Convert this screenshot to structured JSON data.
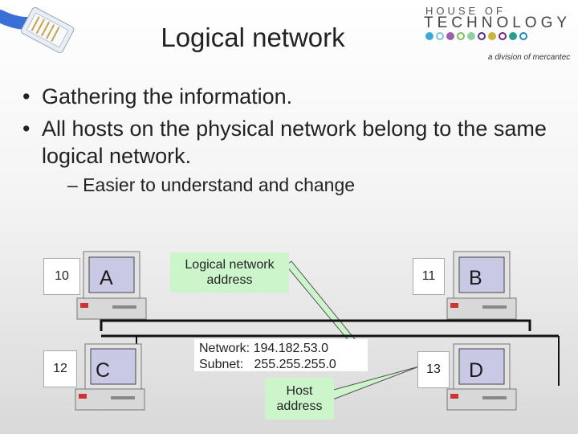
{
  "slide": {
    "title": "Logical network",
    "bullets": [
      "Gathering the information.",
      "All hosts on the physical network belong to the same logical network."
    ],
    "sub_bullet": "– Easier to understand and change"
  },
  "branding": {
    "top_line": "HOUSE OF",
    "main_line": "TECHNOLOGY",
    "sub_line": "a division of mercantec",
    "dot_colors": [
      "#3fa9d6",
      "#7fc2e0",
      "#a05fa8",
      "#7fbf5a",
      "#8fd0a0",
      "#5a2d82",
      "#c8b53c",
      "#6a2a75",
      "#2a9d8f",
      "#1f8ab5"
    ]
  },
  "diagram": {
    "hosts": [
      {
        "letter": "A",
        "number": "10"
      },
      {
        "letter": "B",
        "number": "11"
      },
      {
        "letter": "C",
        "number": "12"
      },
      {
        "letter": "D",
        "number": "13"
      }
    ],
    "callout_logical": "Logical network address",
    "callout_host": "Host address",
    "network_line": "Network: 194.182.53.0",
    "subnet_line": "Subnet:   255.255.255.0",
    "colors": {
      "callout_fill": "#ccf5cc",
      "screen_fill": "#c9c9e6",
      "monitor": "#e3e3e3"
    }
  }
}
